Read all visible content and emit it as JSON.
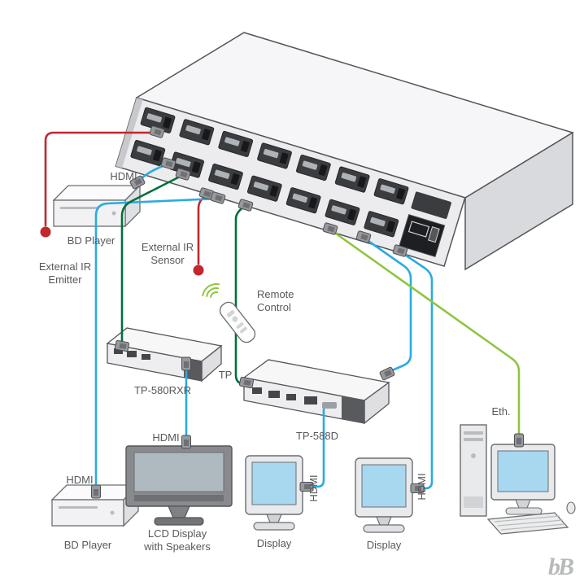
{
  "colors": {
    "hdmi": "#29abe2",
    "tp": "#00703c",
    "ir": "#c1272d",
    "ethernet": "#8dc63f",
    "remote_waves": "#8dc63f",
    "text": "#58595b"
  },
  "devices": {
    "bd_player_top": {
      "label": "BD Player"
    },
    "bd_player_bottom": {
      "label": "BD Player"
    },
    "ir_emitter": {
      "line1": "External IR",
      "line2": "Emitter"
    },
    "ir_sensor": {
      "line1": "External IR",
      "line2": "Sensor"
    },
    "remote_control": {
      "line1": "Remote",
      "line2": "Control"
    },
    "tp580rxr": {
      "label": "TP-580RXR"
    },
    "tp588d": {
      "label": "TP-588D"
    },
    "lcd_display": {
      "line1": "LCD Display",
      "line2": "with Speakers"
    },
    "display_left": {
      "label": "Display"
    },
    "display_right": {
      "label": "Display"
    }
  },
  "cables": {
    "hdmi_source_top": "HDMI",
    "hdmi_source_bottom": "HDMI",
    "hdmi_lcd": "HDMI",
    "hdmi_display_left": "HDMI",
    "hdmi_display_right": "HDMI",
    "tp": "TP",
    "ethernet": "Eth."
  },
  "logo": "bB"
}
